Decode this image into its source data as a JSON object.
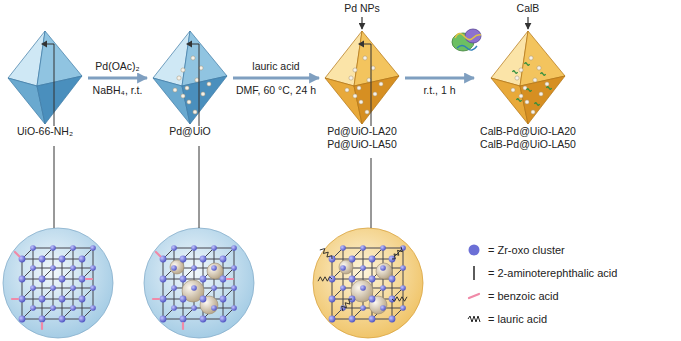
{
  "diagram": {
    "nodes": [
      {
        "text": [
          "UiO-66-NH₂"
        ]
      },
      {
        "text": [
          "Pd@UiO"
        ]
      },
      {
        "text": [
          "Pd@UiO-LA20",
          "Pd@UiO-LA50"
        ]
      },
      {
        "text": [
          "CalB-Pd@UiO-LA20",
          "CalB-Pd@UiO-LA50"
        ]
      }
    ],
    "edges": [
      {
        "from": 0,
        "to": 1,
        "arrow": "to",
        "label": "Pd(OAc)₂"
      },
      {
        "from": 1,
        "to": 2,
        "arrow": "to",
        "label": "lauric acid"
      },
      {
        "from": 2,
        "to": 3,
        "arrow": "to",
        "label": "r.t., 1 h"
      }
    ],
    "labels": [
      "NaBH₄, r.t.",
      "DMF, 60 °C, 24 h",
      "Pd NPs",
      "CalB"
    ],
    "legend": [
      {
        "text": "= Zr-oxo cluster",
        "color": "#6b6fd6"
      },
      {
        "text": "= 2-aminoterephthalic acid"
      },
      {
        "text": "= benzoic acid"
      },
      {
        "text": "= lauric acid"
      }
    ]
  }
}
